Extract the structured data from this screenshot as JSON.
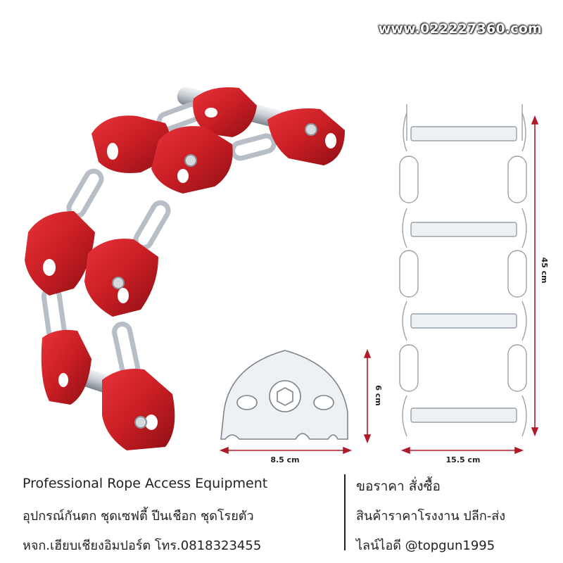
{
  "watermark": {
    "url": "www.022227360.com"
  },
  "dimensions": {
    "ladder_height": "45 cm",
    "ladder_width": "15.5 cm",
    "plate_width": "8.5 cm",
    "plate_height": "6 cm"
  },
  "footer": {
    "left_line1": "Professional Rope Access Equipment",
    "left_line2": "อุปกรณ์กันตก ชุดเซฟตี้ ปีนเชือก ชุดโรยตัว",
    "left_line3": "หจก.เฮียบเชียงอิมปอร์ต  โทร.0818323455",
    "right_line1": "ขอราคา สั่งซื้อ",
    "right_line2": "สินค้าราคาโรงงาน ปลีก-ส่ง",
    "right_line3": "ไลน์ไอดี @topgun1995"
  },
  "colors": {
    "plate_red": "#c81e24",
    "accent_dim": "#b11a2a",
    "rung_silver": "#c9ced4",
    "text": "#222222"
  }
}
